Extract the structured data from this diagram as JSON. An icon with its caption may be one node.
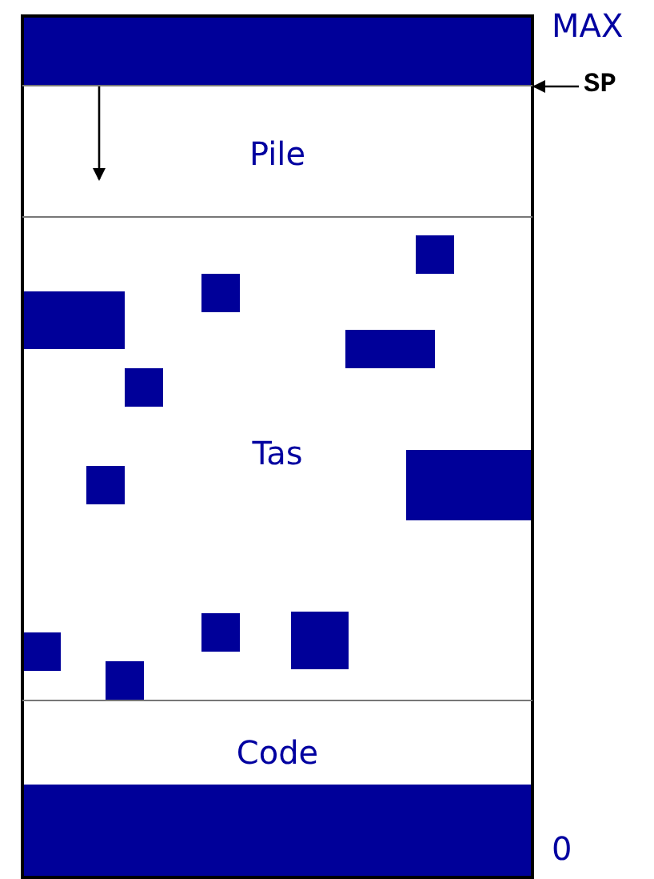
{
  "diagram": {
    "nodes": [
      {
        "text": [
          "Pile"
        ]
      },
      {
        "text": [
          "Tas"
        ]
      },
      {
        "text": [
          "Code"
        ]
      },
      {
        "text": [
          "SP"
        ]
      }
    ],
    "edges": [
      {
        "from": 3,
        "to": 0,
        "arrow": "to"
      }
    ],
    "labels": [
      "MAX",
      "0"
    ]
  }
}
